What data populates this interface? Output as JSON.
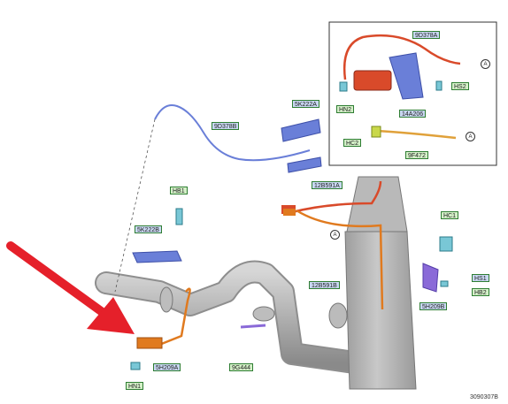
{
  "labels": {
    "l_9D378A": "9D378A",
    "l_HS2": "HS2",
    "l_HN2": "HN2",
    "l_14A206": "14A206",
    "l_HC2": "HC2",
    "l_9F472": "9F472",
    "l_9D378B": "9D378B",
    "l_5K222A": "5K222A",
    "l_HB1": "HB1",
    "l_5K222B": "5K222B",
    "l_12B591A": "12B591A",
    "l_HC1": "HC1",
    "l_12B591B": "12B591B",
    "l_HS1": "HS1",
    "l_HB2": "HB2",
    "l_5H209B": "5H209B",
    "l_5H209A": "5H209A",
    "l_9G444": "9G444",
    "l_HN1": "HN1"
  },
  "connector_marks": {
    "a1": "A",
    "a2": "A",
    "a3": "A"
  },
  "figure_code": "3090307B",
  "colors": {
    "pipe": "#a9a9a9",
    "orange_harness": "#e07a1f",
    "red_harness": "#d94a2a",
    "blue_bracket": "#6a7fd8",
    "arrow": "#e5202a",
    "label_blue": "#c9d8f2",
    "label_green": "#d4f0c8"
  }
}
